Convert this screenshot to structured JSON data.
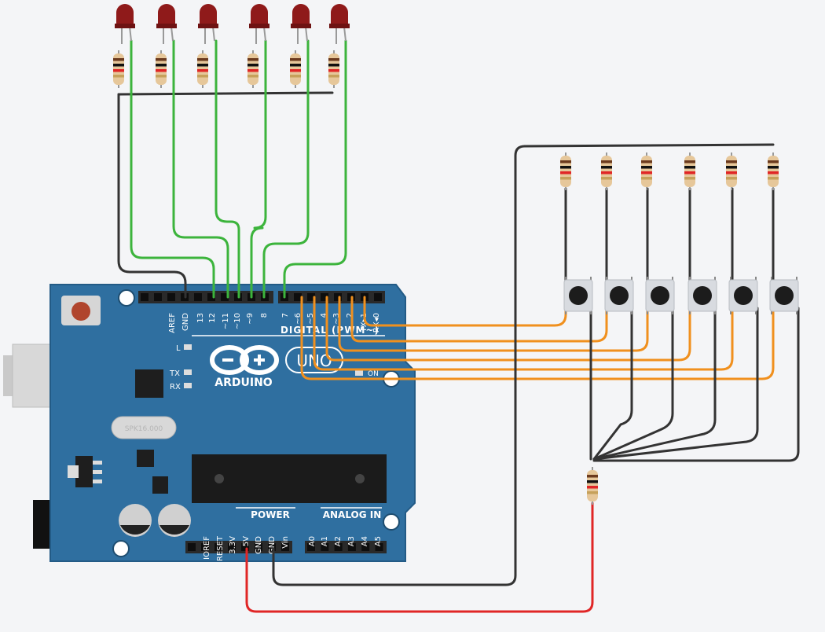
{
  "board": {
    "brand": "ARDUINO",
    "model": "UNO",
    "crystal": "SPK16.000",
    "digital_header": "DIGITAL (PWM~)",
    "power_header": "POWER",
    "analog_header": "ANALOG IN",
    "led_l": "L",
    "led_tx": "TX",
    "led_rx": "RX",
    "led_on": "ON",
    "top_pins": [
      "AREF",
      "GND",
      "13",
      "12",
      "~11",
      "~10",
      "~9",
      "8",
      "7",
      "~6",
      "~5",
      "4",
      "~3",
      "2",
      "TX▸1",
      "RX◂0"
    ],
    "power_pins": [
      "IOREF",
      "RESET",
      "3.3V",
      "5V",
      "GND",
      "GND",
      "Vin"
    ],
    "analog_pins": [
      "A0",
      "A1",
      "A2",
      "A3",
      "A4",
      "A5"
    ]
  },
  "colors": {
    "board": "#2f6fa0",
    "board_edge": "#235b86",
    "header": "#2a2a2a",
    "wire_green": "#3cb43c",
    "wire_orange": "#f0901e",
    "wire_black": "#333333",
    "wire_red": "#e02626",
    "led_body": "#8f1a1a",
    "resistor_body": "#e6c79a"
  },
  "components": {
    "led_count": 6,
    "led_resistor_count": 6,
    "button_count": 6,
    "button_resistor_count": 6,
    "pulldown_resistor_count": 1
  }
}
